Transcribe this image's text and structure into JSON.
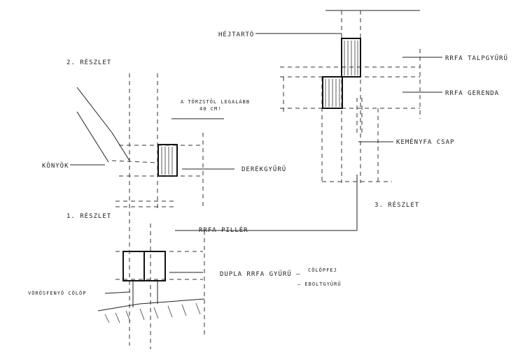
{
  "labels": {
    "hejtarto": "HÉJTARTÓ",
    "talpgyuru": "RRFA TALPGYŰRŰ",
    "gerenda": "RRFA GERENDA",
    "csap": "KEMÉNYFA CSAP",
    "reszlet3": "3. RÉSZLET",
    "reszlet2": "2. RÉSZLET",
    "reszlet1": "1. RÉSZLET",
    "torzstol_1": "A TÖRZSTŐL LEGALÁBB",
    "torzstol_2": "40 CM!",
    "konyok": "KÖNYÖK",
    "derekgyuru": "DERÉKGYŰRŰ",
    "piller": "RRFA PILLÉR",
    "dupla": "DUPLA RRFA GYŰRŰ –",
    "colopfej": "CÖLÖPFEJ",
    "eboltgyuru": "– EBOLTGYŰRŰ",
    "colop": "VÖRÖSFENYŐ CÖLÖP"
  }
}
